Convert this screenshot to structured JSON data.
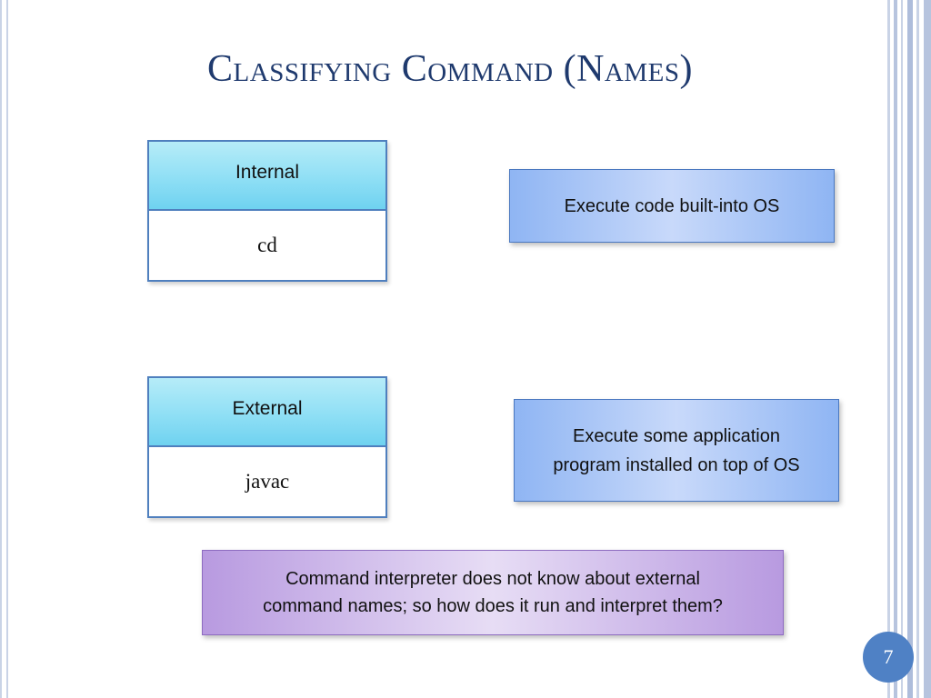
{
  "slide": {
    "title": "Classifying Command (Names)",
    "page_number": "7"
  },
  "categories": [
    {
      "header": "Internal",
      "example": "cd",
      "description": "Execute code built-into OS"
    },
    {
      "header": "External",
      "example": "javac",
      "description_lines": [
        "Execute some application",
        "program installed on top of OS"
      ]
    }
  ],
  "note": {
    "lines": [
      "Command interpreter does not know about external",
      "command names; so how does it run and interpret them?"
    ]
  },
  "colors": {
    "title": "#1f3a6e",
    "box_border": "#4f7fbe",
    "header_fill": "#8fdff5",
    "desc_fill": "#a8c6f6",
    "note_fill": "#cdb9ec",
    "page_badge": "#4f81c5"
  }
}
